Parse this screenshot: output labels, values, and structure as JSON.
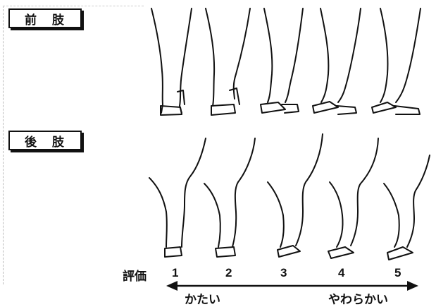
{
  "labels": {
    "front": "前 肢",
    "hind": "後 肢"
  },
  "scale": {
    "title": "評価",
    "values": [
      "1",
      "2",
      "3",
      "4",
      "5"
    ],
    "left_label": "かたい",
    "right_label": "やわらかい"
  }
}
